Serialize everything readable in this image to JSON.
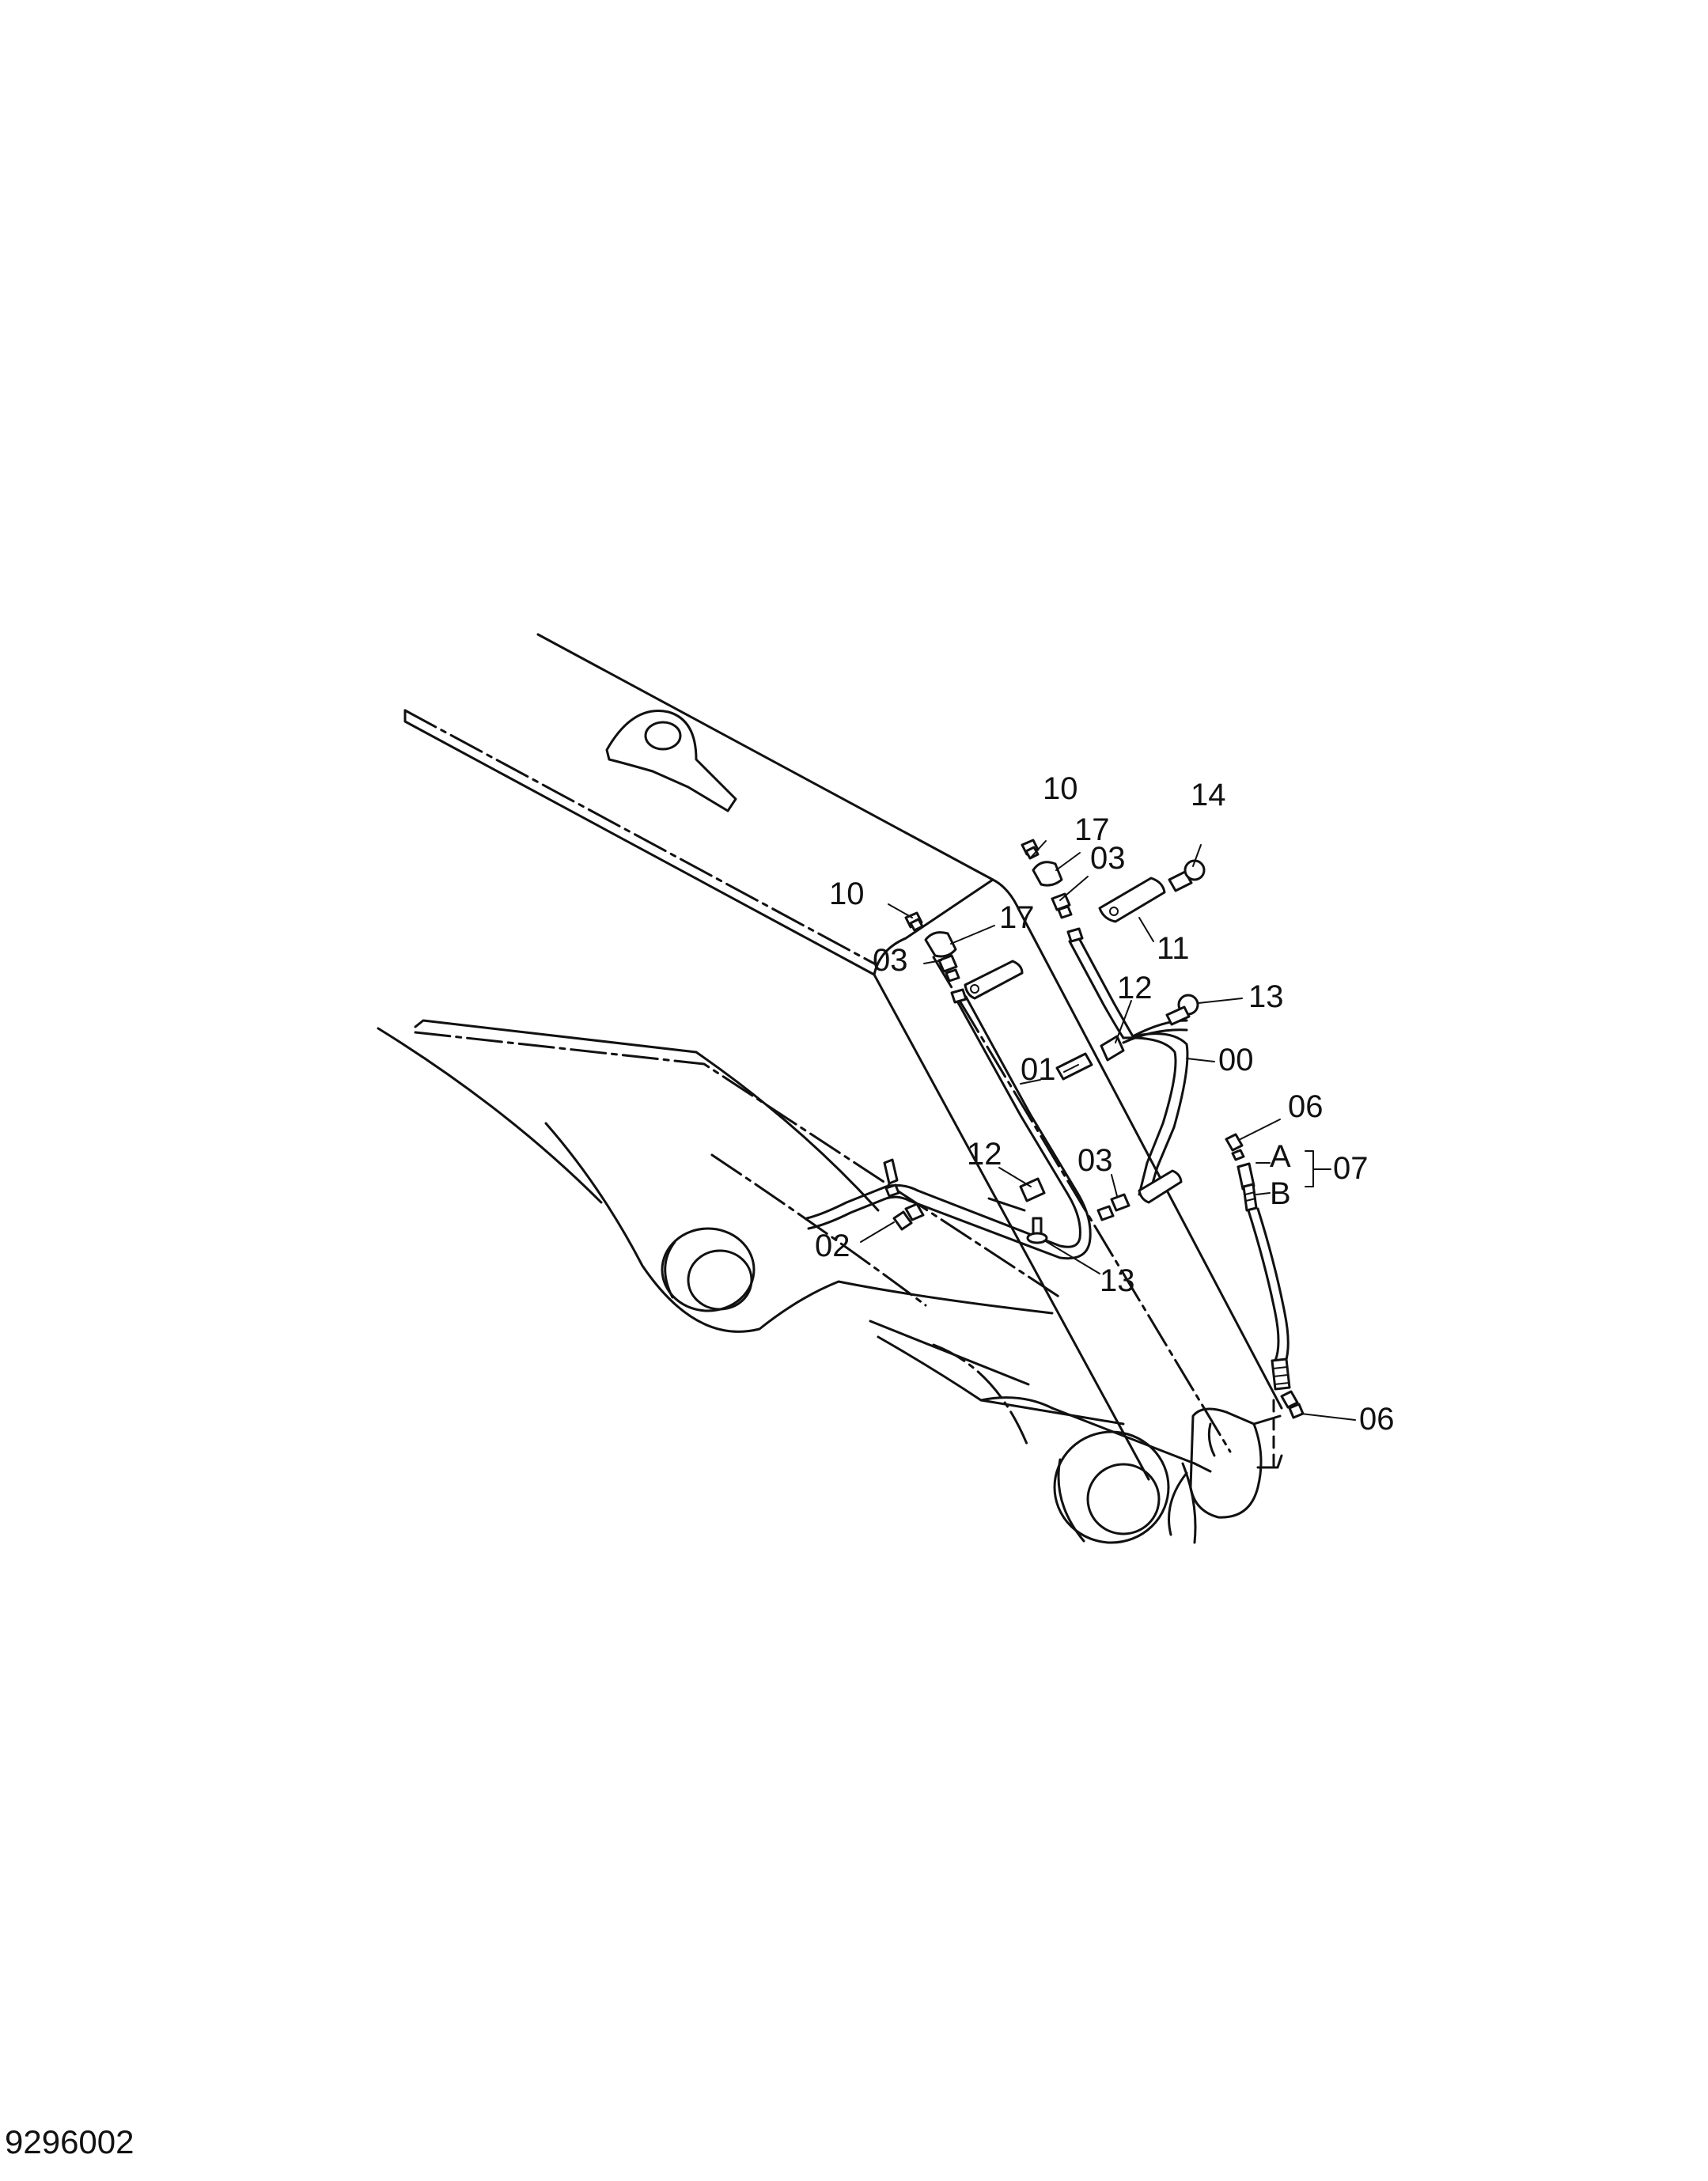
{
  "drawing": {
    "code": "9296002"
  },
  "labels": {
    "l_10a": "10",
    "l_17a": "17",
    "l_03a": "03",
    "l_14": "14",
    "l_10b": "10",
    "l_17b": "17",
    "l_03b": "03",
    "l_11": "11",
    "l_12a": "12",
    "l_13a": "13",
    "l_01": "01",
    "l_00": "00",
    "l_06a": "06",
    "l_A": "A",
    "l_07": "07",
    "l_B": "B",
    "l_12b": "12",
    "l_03c": "03",
    "l_02": "02",
    "l_13b": "13",
    "l_06b": "06"
  },
  "colors": {
    "line": "#111111",
    "paper": "#ffffff"
  }
}
